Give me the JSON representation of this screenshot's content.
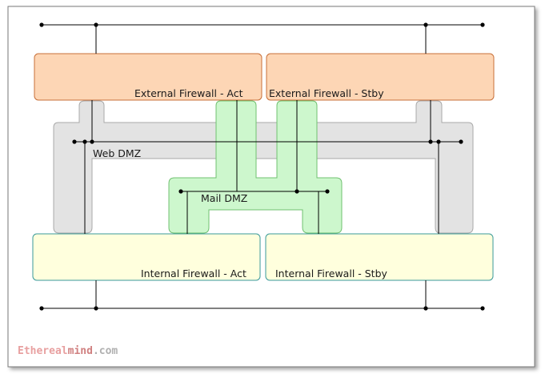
{
  "diagram": {
    "devices": {
      "ext_fw_act": "External Firewall - Act",
      "ext_fw_stby": "External Firewall - Stby",
      "int_fw_act": "Internal Firewall - Act",
      "int_fw_stby": "Internal Firewall - Stby"
    },
    "zones": {
      "web_dmz": "Web DMZ",
      "mail_dmz": "Mail DMZ"
    },
    "colors": {
      "external_fill": "#fdd6b5",
      "external_stroke": "#c8703a",
      "internal_fill": "#ffffdd",
      "internal_stroke": "#3a9a9a",
      "web_dmz_fill": "#e3e3e3",
      "web_dmz_stroke": "#a9a9a9",
      "mail_dmz_fill": "#cdf7cd",
      "mail_dmz_stroke": "#70c070",
      "watermark_red": "#e8a0a0",
      "watermark_gray": "#b0b0b0"
    }
  },
  "watermark": {
    "part1": "Ethereal",
    "part2": "mind",
    "part3": ".com"
  }
}
